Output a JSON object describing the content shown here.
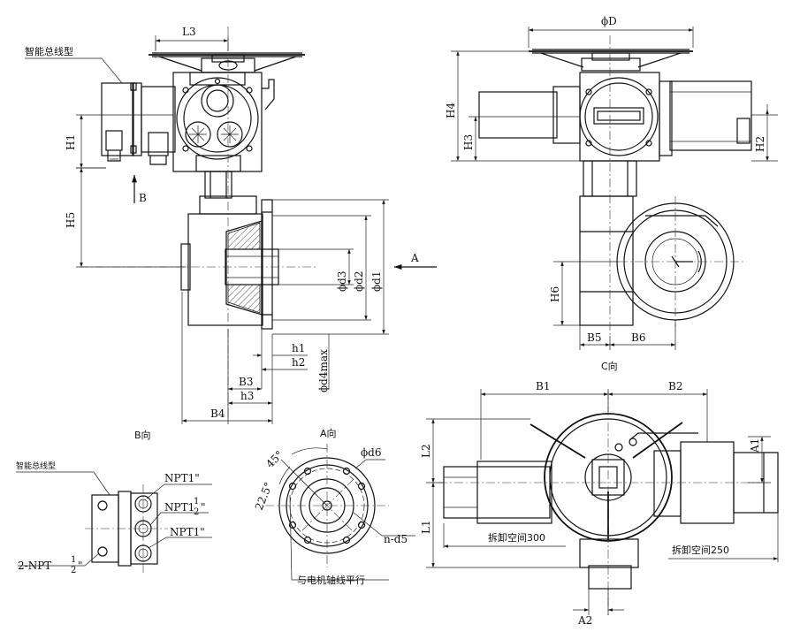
{
  "views": {
    "main": {
      "label_smart_bus": "智能总线型",
      "dims": {
        "L3": "L3",
        "H1": "H1",
        "H5": "H5",
        "B_arrow": "B",
        "d3": "ϕd3",
        "d2": "ϕd2",
        "d1": "ϕd1",
        "A_arrow": "A",
        "h1": "h1",
        "h2": "h2",
        "d4max": "ϕd4max",
        "B3": "B3",
        "h3": "h3",
        "B4": "B4"
      }
    },
    "c_view": {
      "title": "C向",
      "dims": {
        "D": "ϕD",
        "H4": "H4",
        "H3": "H3",
        "H2": "H2",
        "H6": "H6",
        "B5": "B5",
        "B6": "B6"
      }
    },
    "b_view": {
      "title": "B向",
      "label_smart_bus": "智能总线型",
      "port_top": "NPT1\"",
      "port_mid": "NPT1",
      "port_mid_frac_num": "1",
      "port_mid_frac_den": "2",
      "port_mid_suffix": "\"",
      "port_bot": "NPT1\"",
      "port_left": "2-NPT",
      "port_left_frac_num": "1",
      "port_left_frac_den": "2",
      "port_left_suffix": "\""
    },
    "a_view": {
      "title": "A向",
      "angle_45": "45°",
      "angle_22": "22.5°",
      "d6": "ϕd6",
      "nd5": "n-d5",
      "parallel_note": "与电机轴线平行"
    },
    "top_view": {
      "dims": {
        "B1": "B1",
        "B2": "B2",
        "L2": "L2",
        "L1": "L1",
        "A1": "A1",
        "A2": "A2"
      },
      "clearance_300": "拆卸空间300",
      "clearance_250": "拆卸空间250"
    }
  }
}
